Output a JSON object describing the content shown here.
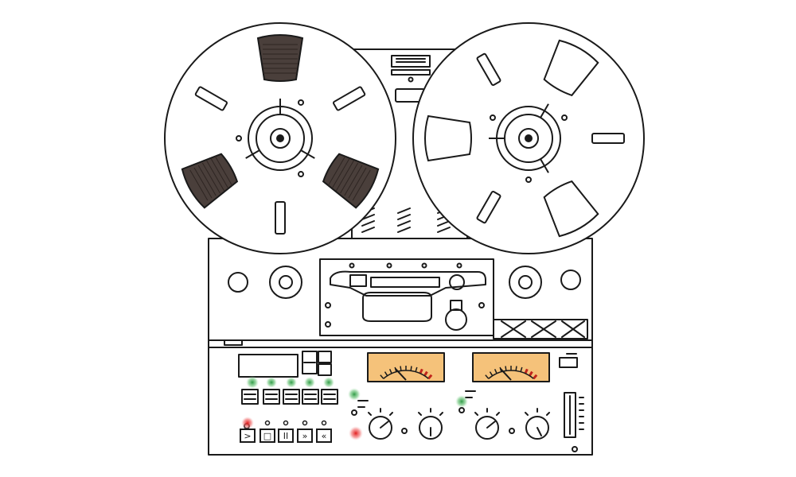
{
  "colors": {
    "line": "#1a1a1a",
    "tape": "#4a3f3b",
    "meter_face": "#f5c27a",
    "meter_red": "#c0241c",
    "led_green": "#2f9a45",
    "led_red": "#e21d1d",
    "led_off": "#ffffff"
  },
  "icons": {
    "play": "play-icon",
    "stop": "stop-icon",
    "pause": "pause-icon",
    "fast_forward": "fast-forward-icon",
    "rewind": "rewind-icon"
  },
  "transport": {
    "buttons": [
      {
        "name": "play-button",
        "glyph": ">"
      },
      {
        "name": "stop-button",
        "glyph": "□"
      },
      {
        "name": "pause-button",
        "glyph": "II"
      },
      {
        "name": "fast-forward-button",
        "glyph": "»"
      },
      {
        "name": "rewind-button",
        "glyph": "«"
      }
    ]
  },
  "meters": {
    "left": {
      "needle_level": 0.3
    },
    "right": {
      "needle_level": 0.3
    }
  },
  "status_leds": {
    "channel_leds": [
      "green",
      "green",
      "green",
      "green",
      "green"
    ],
    "record_led": "red",
    "transport_top_led": "red"
  }
}
